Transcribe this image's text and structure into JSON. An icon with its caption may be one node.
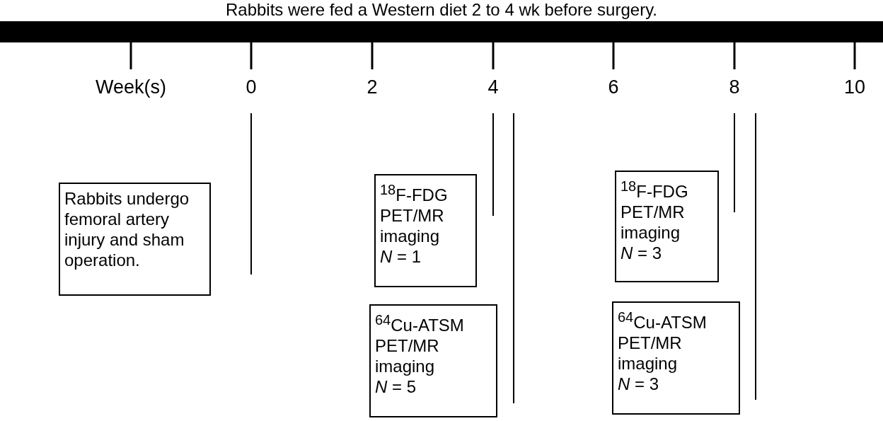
{
  "diagram": {
    "title": "Rabbits were fed a Western diet 2 to 4 wk before surgery.",
    "nodes": [
      {
        "text": [
          "Rabbits undergo femoral artery injury and sham operation."
        ]
      },
      {
        "text": [
          "$^{18}$F-FDG PET/MR imaging",
          "*N* = 1"
        ]
      },
      {
        "text": [
          "$^{64}$Cu-ATSM PET/MR imaging",
          "*N* = 5"
        ]
      },
      {
        "text": [
          "$^{18}$F-FDG PET/MR imaging",
          "*N* = 3"
        ]
      },
      {
        "text": [
          "$^{64}$Cu-ATSM PET/MR imaging",
          "*N* = 3"
        ]
      }
    ],
    "edges": [],
    "labels": [
      "Week(s)",
      "0",
      "2",
      "4",
      "6",
      "8",
      "10"
    ]
  }
}
